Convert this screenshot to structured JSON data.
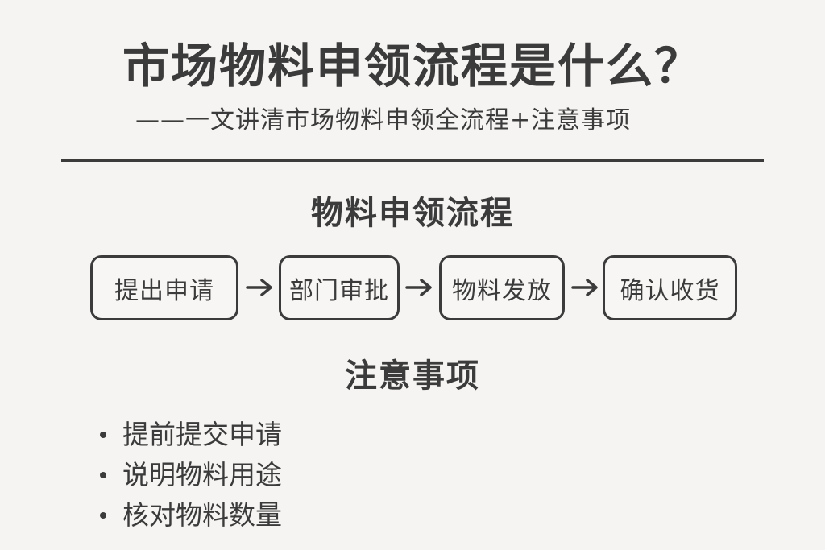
{
  "header": {
    "title": "市场物料申领流程是什么？",
    "subtitle": "——一文讲清市场物料申领全流程+注意事项"
  },
  "flow": {
    "heading": "物料申领流程",
    "steps": [
      {
        "label": "提出申请"
      },
      {
        "label": "部门审批"
      },
      {
        "label": "物料发放"
      },
      {
        "label": "确认收货"
      }
    ]
  },
  "notes": {
    "heading": "注意事项",
    "items": [
      "提前提交申请",
      "说明物料用途",
      "核对物料数量"
    ]
  },
  "colors": {
    "background": "#f5f4f2",
    "ink": "#3b3b3b"
  }
}
